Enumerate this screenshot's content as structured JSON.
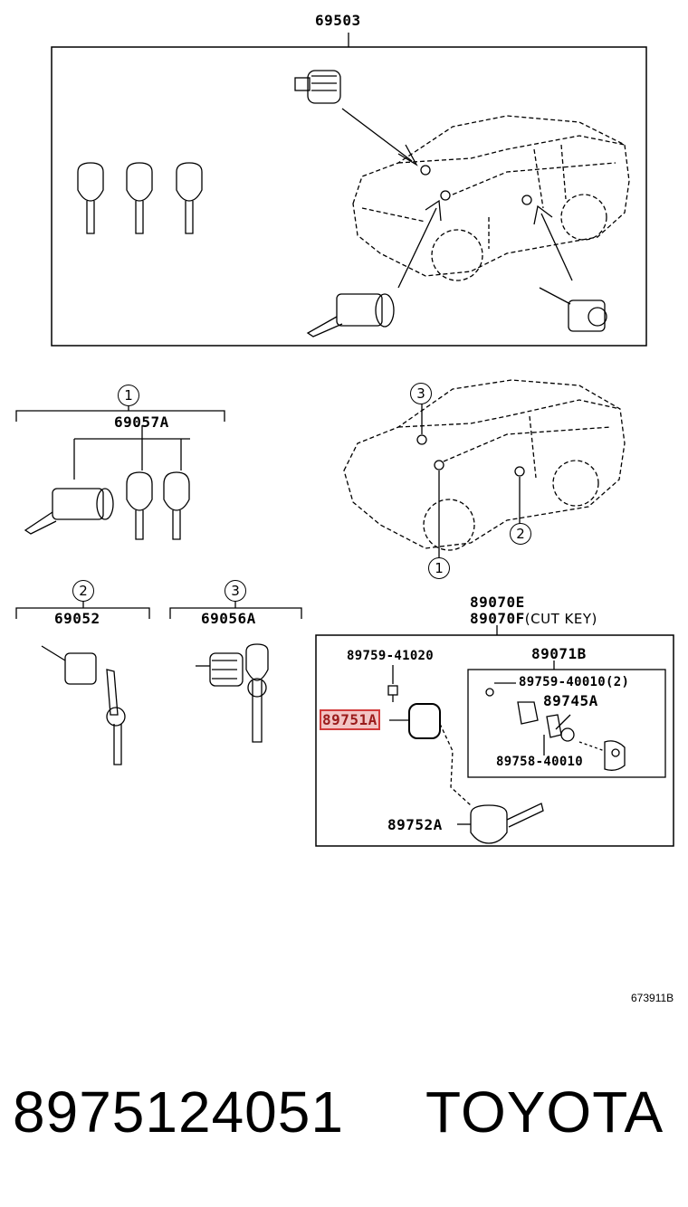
{
  "diagram": {
    "top_set": {
      "part": "69503"
    },
    "set1": {
      "callout": "1",
      "part": "69057A"
    },
    "set2": {
      "callout": "2",
      "part": "69052"
    },
    "set3": {
      "callout": "3",
      "part": "69056A"
    },
    "car_callouts": {
      "c1": "1",
      "c2": "2",
      "c3": "3"
    },
    "key_assembly": {
      "part_a": "89070E",
      "part_b": "89070F",
      "part_b_note": "(CUT KEY)",
      "screw": "89759-41020",
      "cover": "89751A",
      "key": "89752A",
      "transmitter": "89071B",
      "transmitter_screw": "89759-40010(2)",
      "board": "89745A",
      "battery": "89758-40010"
    },
    "figure_ref": "673911B"
  },
  "footer": {
    "part_number": "8975124051",
    "brand": "TOYOTA"
  },
  "colors": {
    "highlight": "#d13a3a",
    "line": "#000000"
  }
}
